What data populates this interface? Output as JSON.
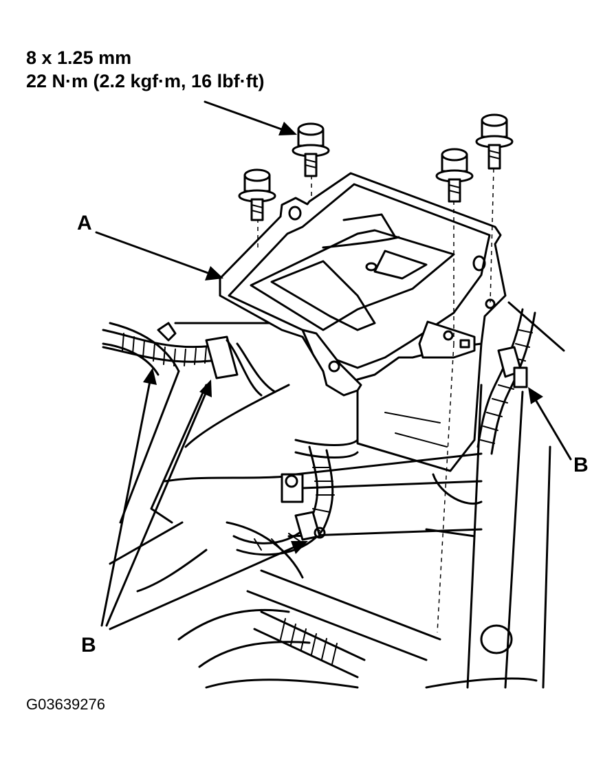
{
  "spec": {
    "thread": "8 x 1.25 mm",
    "torque": "22 N·m (2.2 kgf·m, 16 lbf·ft)"
  },
  "callouts": {
    "a": "A",
    "b_right": "B",
    "b_left": "B"
  },
  "figure_code": "G03639276"
}
